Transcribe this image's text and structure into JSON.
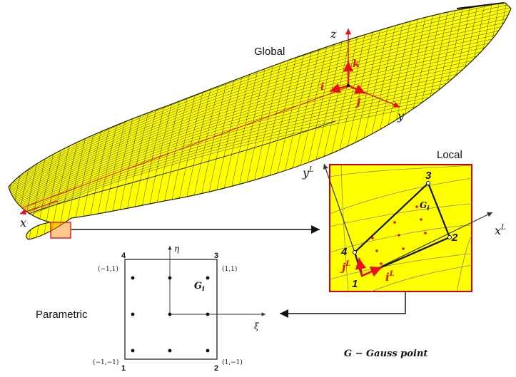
{
  "labels": {
    "global": "Global",
    "local": "Local",
    "parametric": "Parametric",
    "legend": "G − Gauss point"
  },
  "global_axes": {
    "z": "z",
    "y": "y",
    "x": "x",
    "k": "k",
    "j": "j",
    "i": "i"
  },
  "local_axes": {
    "yL": "y",
    "xL": "x",
    "sup": "L",
    "iL": "i",
    "jL": "j"
  },
  "local_nodes": [
    "1",
    "2",
    "3",
    "4"
  ],
  "gauss_label": {
    "main": "G",
    "sub": "i"
  },
  "param_axes": {
    "eta": "η",
    "xi": "ξ"
  },
  "param_nodes": [
    "1",
    "2",
    "3",
    "4"
  ],
  "param_coords": {
    "n1": "(−1,−1)",
    "n2": "(1,−1)",
    "n3": "(1,1)",
    "n4": "(−1,1)"
  },
  "colors": {
    "hull": "#ffff00",
    "mesh": "#222222",
    "axis_red": "#e8101a",
    "panel_border": "#cc0000",
    "local_bg": "#ffff00"
  }
}
